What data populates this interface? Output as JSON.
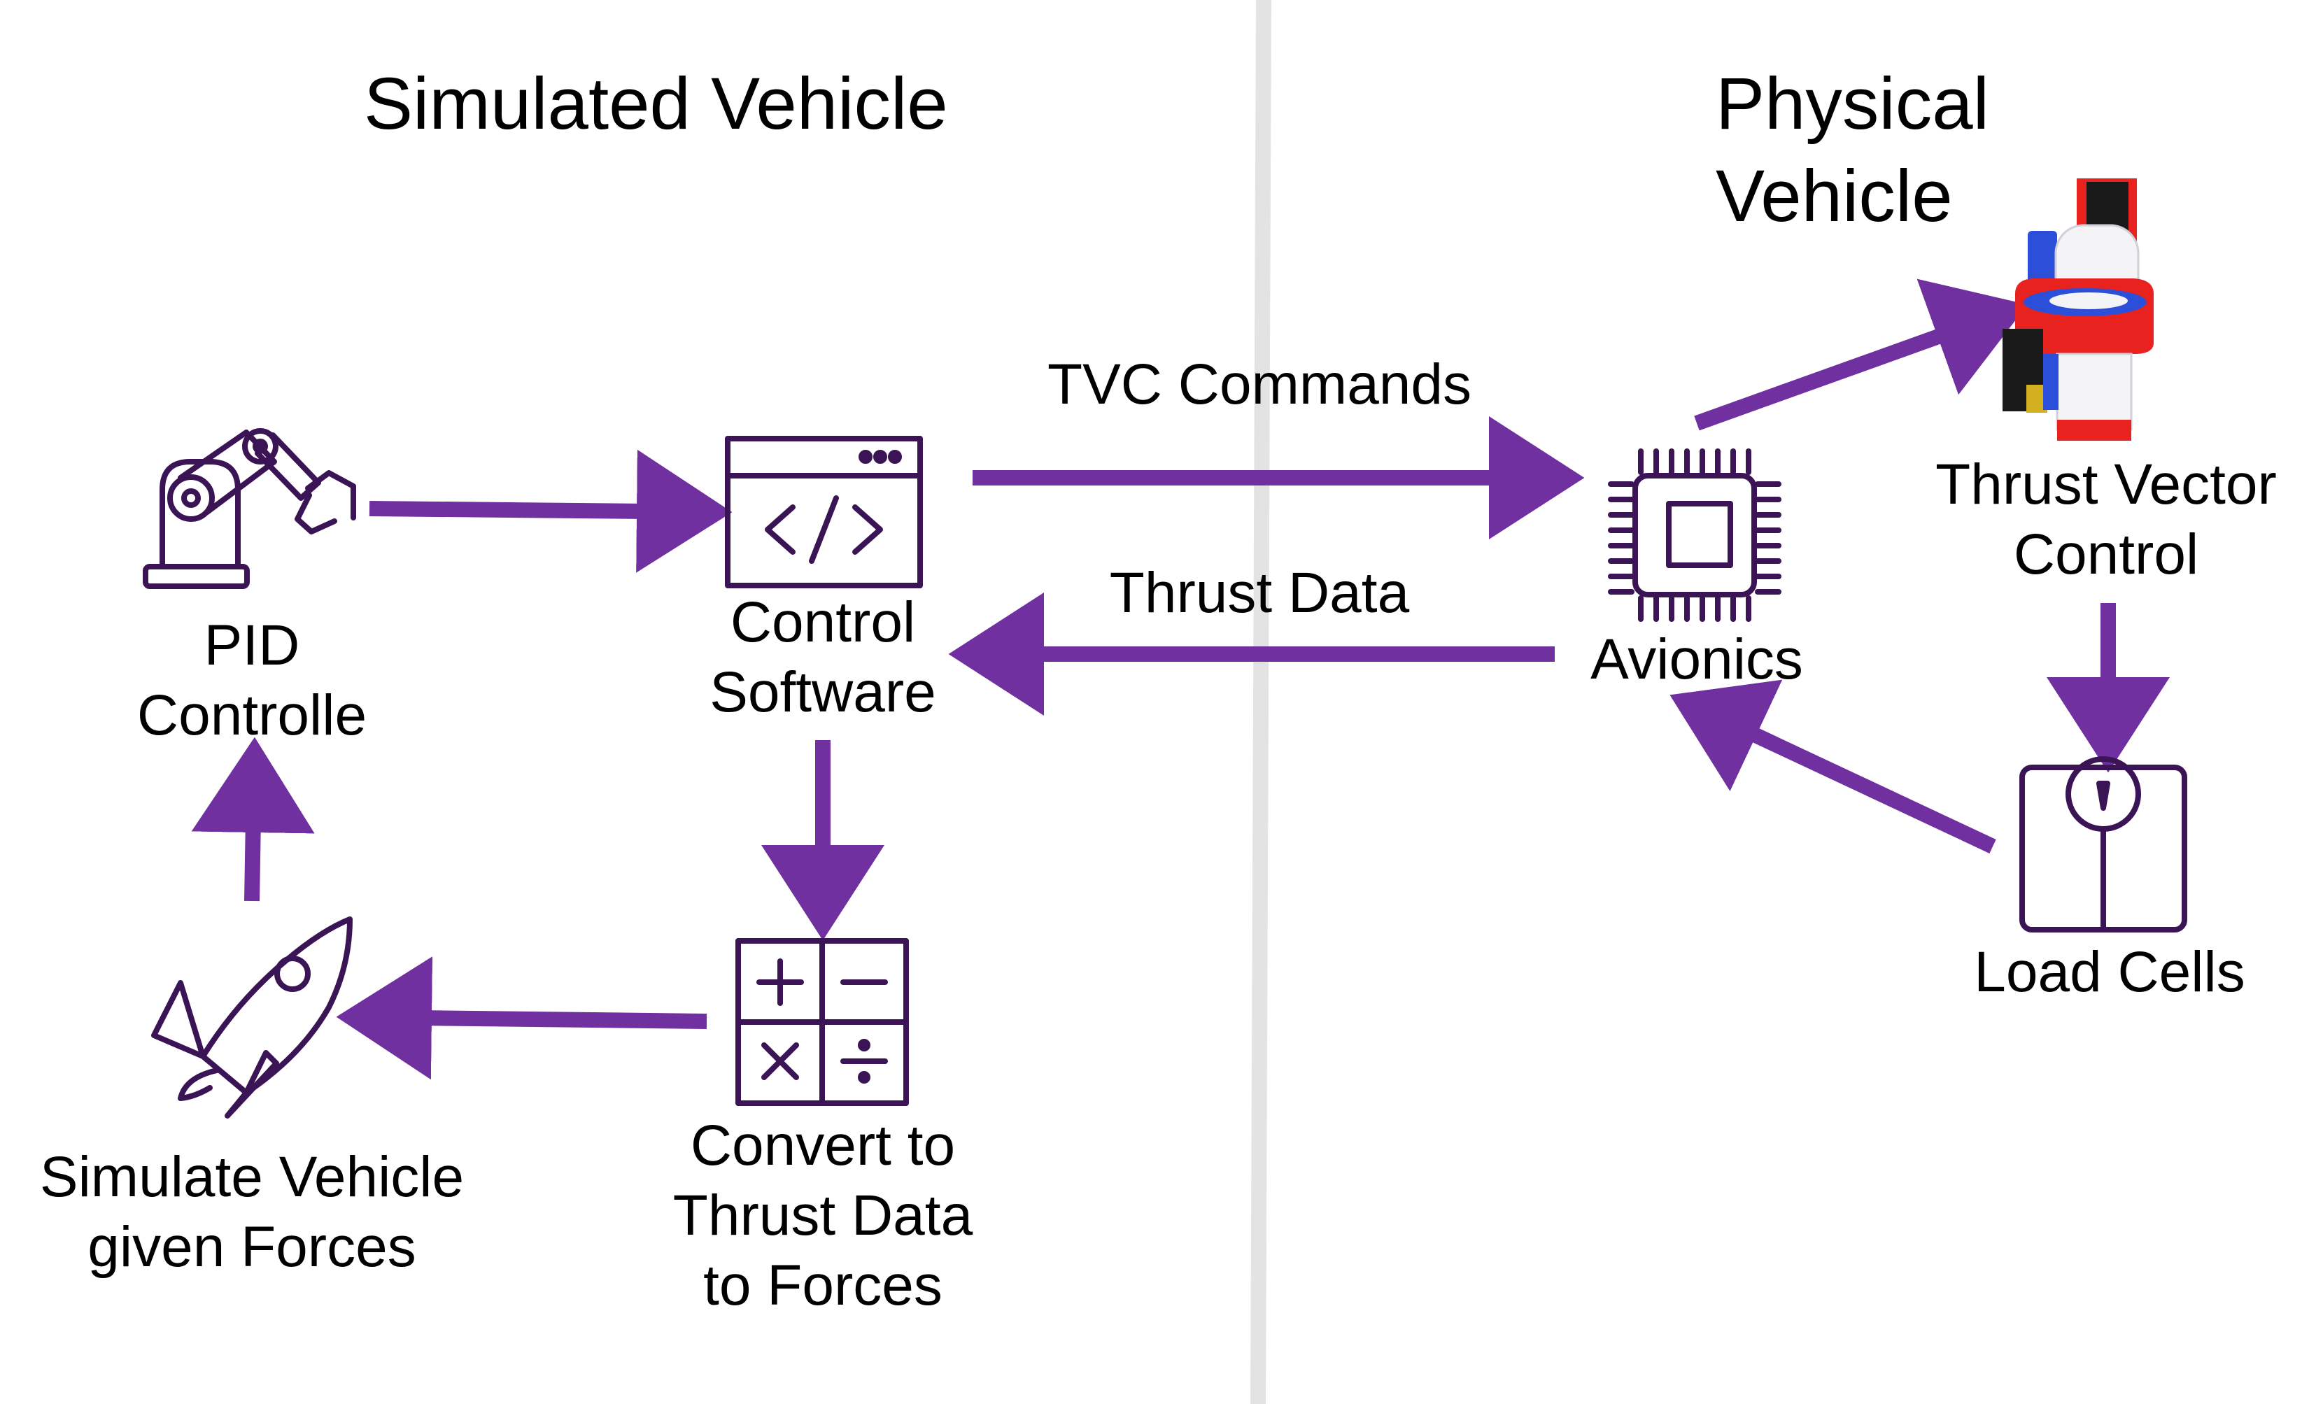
{
  "sections": {
    "left_title": "Simulated Vehicle",
    "right_title_line1": "Physical",
    "right_title_line2": "Vehicle"
  },
  "nodes": {
    "pid": {
      "line1": "PID",
      "line2": "Controlle",
      "icon": "robot-arm-icon"
    },
    "control_software": {
      "line1": "Control",
      "line2": "Software",
      "icon": "code-window-icon"
    },
    "convert": {
      "line1": "Convert to",
      "line2": "Thrust Data",
      "line3": "to Forces",
      "icon": "calculator-icon"
    },
    "simulate": {
      "line1": "Simulate Vehicle",
      "line2": "given Forces",
      "icon": "rocket-icon"
    },
    "avionics": {
      "line1": "Avionics",
      "icon": "microchip-icon"
    },
    "tvc": {
      "line1": "Thrust Vector",
      "line2": "Control",
      "icon": "gimbal-mount-icon"
    },
    "load_cells": {
      "line1": "Load Cells",
      "icon": "scale-icon"
    }
  },
  "edges": {
    "tvc_commands": "TVC Commands",
    "thrust_data": "Thrust Data"
  },
  "colors": {
    "arrow": "#7030a0",
    "icon": "#3b1455",
    "divider": "#e3e3e3",
    "gimbal_red": "#e8231f",
    "gimbal_blue": "#2b4fd8"
  }
}
